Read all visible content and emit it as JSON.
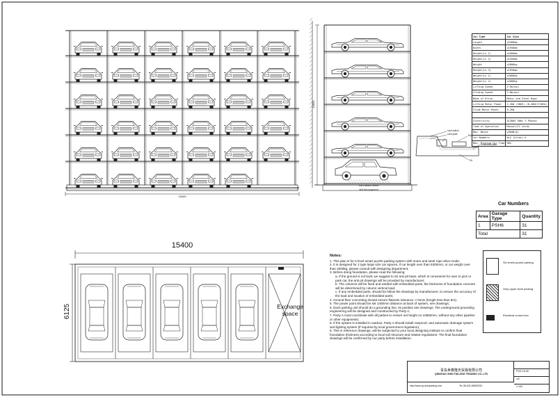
{
  "dimensions": {
    "front_width": "15400",
    "side_height": "10650",
    "plan_width": "15400",
    "plan_depth": "6125"
  },
  "plan": {
    "exchange_label": "Exchange space"
  },
  "spec_table": {
    "rows": [
      [
        "Car Type",
        "Car Size"
      ],
      [
        "Length",
        "≤5300mm"
      ],
      [
        "Width",
        "≤1950mm"
      ],
      [
        "Height(Lv 1)",
        "≤1600mm"
      ],
      [
        "Height(Lv 2)",
        "≤1550mm"
      ],
      [
        "Weight",
        "≤2000kg"
      ],
      [
        "Height(Lv 3)",
        "≤1550mm"
      ],
      [
        "Weight(Lv 1)",
        "≤2000kg"
      ],
      [
        "Weight(Lv 2)",
        "≤2000kg"
      ],
      [
        "Lifting Speed",
        "4~5m/min"
      ],
      [
        "Sliding Speed",
        "7~8m/min"
      ],
      [
        "Mode of Drive",
        "Motor and Steel Rope"
      ],
      [
        "Lifting Motor Power",
        "2.2KW (380V) /0.4KW(3~50Hz)"
      ],
      [
        "Slide Motor Power",
        "0.2KW"
      ],
      [
        "",
        ""
      ],
      [
        "Electricity",
        "AC380V 50Hz 3 Phases"
      ],
      [
        "Time of Operation",
        "Manual/IC cards"
      ],
      [
        "Max. Noise",
        "≤50dB(A)"
      ],
      [
        "Car Numbers",
        "N+5 (Grids)-5"
      ],
      [
        "Max. Picking Car Time",
        "90S"
      ]
    ]
  },
  "car_numbers": {
    "title": "Car Numbers",
    "headers": [
      "Area",
      "Garage Type",
      "Quantity"
    ],
    "rows": [
      [
        "1",
        "PSH6",
        "31"
      ]
    ],
    "total_label": "Total",
    "total_value": "31"
  },
  "legend": {
    "items": [
      "Six levels puzzle parking",
      "Only upper level parking",
      "Electrical control box"
    ]
  },
  "detail_labels": [
    "Limit switch",
    "Limit plate",
    "Rail",
    "Embedded plate",
    "Pit"
  ],
  "side_labels": [
    "Anti-collision device",
    "Anti-fall equipment"
  ],
  "notes": {
    "title": "Notes:",
    "lines": [
      "1. This plan is for 6 level smart puzzle parking system with motor and steel rope drive mode;",
      "2. It is designed for 2 type large size car spaces, if car length over than 5300mm, or car weight over than 2000kg, please consult with designing department;",
      "3. Before doing foundation, please read the following:",
      "a. If the ground is not built, we suggest to do anti pit base, which is convenient for user to pick or park car, the anti pit drawings will be provided by manufacturer;",
      "b. The columns will be fixed and welded with embedded parts, the thickness of foundation concrete will be determined by column vertical load;",
      "c. If any embedded parts, should be follow the drawings by manufacturer, to ensure the accuracy of the load and location of embedded parts;",
      "4. Ground floor concreting should ensure flatness tolerance +/-5mm (length less than 8m);",
      "5. The power point should be set 1400mm distance at back of system, see drawings;",
      "6. Each parking unit should do a grounding line, its position see drawings; The underground grounding engineering will be designed and constructed by Party A;",
      "7. Party A must coordinate with all parties to ensure net height on 10650mm, without any other pipeline or other equipments;",
      "8. If the system is installed in outdoor, Party A should install rainproof, and automatic drainage system and lighting system (if required by local government regulation);",
      "9. This is reference drawings, will be subjected to your local designing institute to confirm final foundation thickness according to local soil structure and related regulations; The final foundation drawings will be confirmed by our party before installation."
    ]
  },
  "title_block": {
    "company_cn": "青岛世泰隆天贸易有限公司",
    "company_en": "QINGDAO SHIN TAILONG TRADING CO.,LTD",
    "website": "http://www.qz-autoparking.com",
    "tel": "Tel: 86-532-80833333",
    "drawing_no": "PSH-15-06",
    "sheet": "1/2",
    "scale": "1:100"
  }
}
